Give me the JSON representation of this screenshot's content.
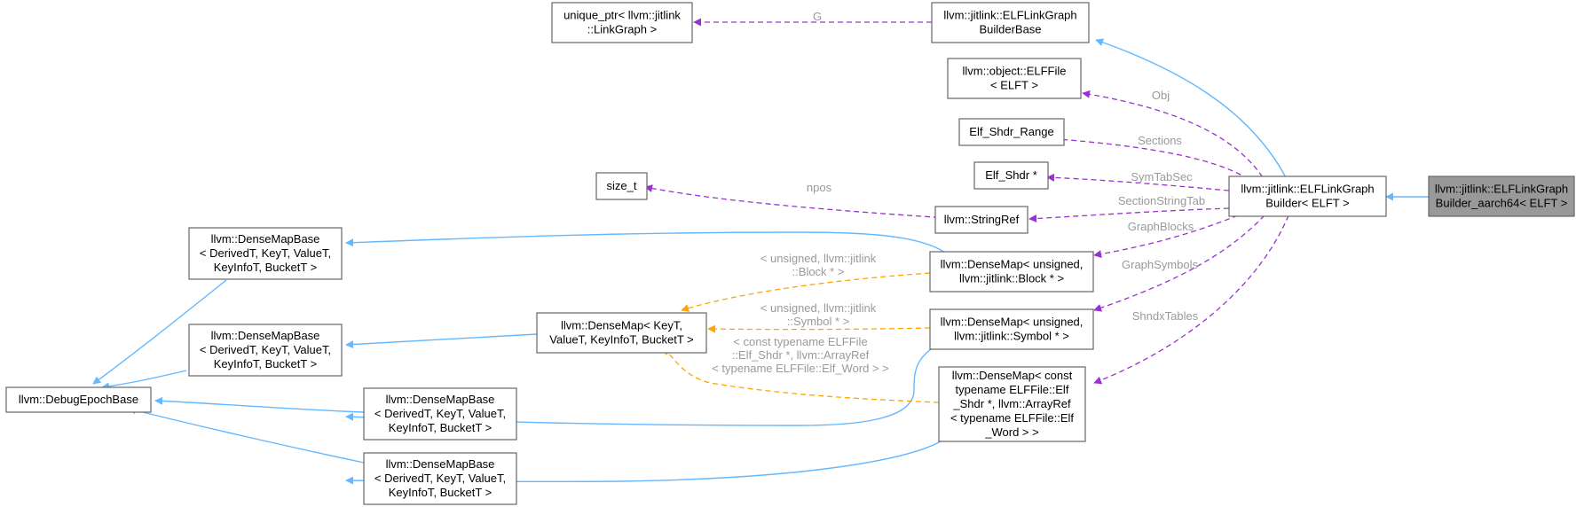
{
  "colors": {
    "inheritance": "#63b8ff",
    "member": "#9a32cd",
    "template": "#ffa500",
    "focus_fill": "#999999"
  },
  "nodes": {
    "main": [
      "llvm::jitlink::ELFLinkGraph",
      "Builder_aarch64< ELFT >"
    ],
    "builder": [
      "llvm::jitlink::ELFLinkGraph",
      "Builder< ELFT >"
    ],
    "builder_base": [
      "llvm::jitlink::ELFLinkGraph",
      "BuilderBase"
    ],
    "unique_ptr": [
      "unique_ptr< llvm::jitlink",
      "::LinkGraph >"
    ],
    "elffile": [
      "llvm::object::ELFFile",
      "< ELFT >"
    ],
    "shdr_range": [
      "Elf_Shdr_Range"
    ],
    "shdr_ptr": [
      "Elf_Shdr *"
    ],
    "size_t": [
      "size_t"
    ],
    "stringref": [
      "llvm::StringRef"
    ],
    "densemap_block": [
      "llvm::DenseMap< unsigned,",
      "llvm::jitlink::Block * >"
    ],
    "densemap_symbol": [
      "llvm::DenseMap< unsigned,",
      "llvm::jitlink::Symbol * >"
    ],
    "densemap_const": [
      "llvm::DenseMap< const",
      "typename ELFFile::Elf",
      "_Shdr *, llvm::ArrayRef",
      "< typename ELFFile::Elf",
      "_Word > >"
    ],
    "densemap_generic": [
      "llvm::DenseMap< KeyT,",
      "ValueT, KeyInfoT, BucketT >"
    ],
    "densemapbase_1": [
      "llvm::DenseMapBase",
      "< DerivedT, KeyT, ValueT,",
      "KeyInfoT, BucketT >"
    ],
    "densemapbase_2": [
      "llvm::DenseMapBase",
      "< DerivedT, KeyT, ValueT,",
      "KeyInfoT, BucketT >"
    ],
    "densemapbase_3": [
      "llvm::DenseMapBase",
      "< DerivedT, KeyT, ValueT,",
      "KeyInfoT, BucketT >"
    ],
    "densemapbase_4": [
      "llvm::DenseMapBase",
      "< DerivedT, KeyT, ValueT,",
      "KeyInfoT, BucketT >"
    ],
    "debugepoch": [
      "llvm::DebugEpochBase"
    ]
  },
  "edge_labels": {
    "g": [
      "G"
    ],
    "obj": [
      "Obj"
    ],
    "sections": [
      "Sections"
    ],
    "symtabsec": [
      "SymTabSec"
    ],
    "npos": [
      "npos"
    ],
    "sectionstringtab": [
      "SectionStringTab"
    ],
    "graphblocks": [
      "GraphBlocks"
    ],
    "graphsymbols": [
      "GraphSymbols"
    ],
    "shndxtables": [
      "ShndxTables"
    ],
    "tmpl_block": [
      "< unsigned, llvm::jitlink",
      "::Block * >"
    ],
    "tmpl_symbol": [
      "< unsigned, llvm::jitlink",
      "::Symbol * >"
    ],
    "tmpl_const": [
      "< const typename ELFFile",
      "::Elf_Shdr *, llvm::ArrayRef",
      "< typename ELFFile::Elf_Word > >"
    ]
  }
}
